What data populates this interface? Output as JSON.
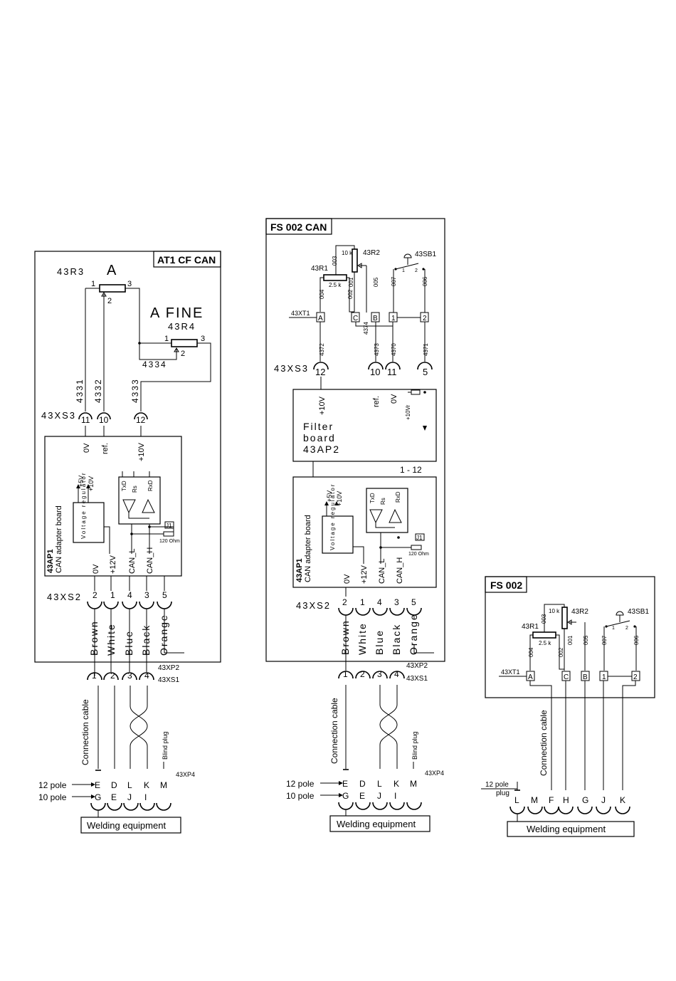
{
  "at1": {
    "title": "AT1 CF CAN",
    "r3": "43R3",
    "r3_label": "A",
    "r3_pin1": "1",
    "r3_pin2": "2",
    "r3_pin3": "3",
    "r4": "43R4",
    "r4_label": "A FINE",
    "r4_pin1": "1",
    "r4_pin2": "2",
    "r4_pin3": "3",
    "w4331": "4331",
    "w4332": "4332",
    "w4333": "4333",
    "w4334": "4334",
    "xs3": "43XS3",
    "xs3_pins": [
      "11",
      "10",
      "12"
    ],
    "sig_0v": "0V",
    "sig_ref": "ref.",
    "sig_10v": "+10V",
    "ap1": "43AP1",
    "ap1_name": "CAN adapter board",
    "vreg": "Voltage regulator",
    "v5": "+5V",
    "v10": "+10V",
    "txd": "TxD",
    "rs": "Rs",
    "rxd": "RxD",
    "j1": "J1",
    "ohm": "120 Ohm",
    "bot_0v": "0V",
    "bot_12v": "+12V",
    "can_l": "CAN_L",
    "can_h": "CAN_H",
    "xs2": "43XS2",
    "xs2_pins": [
      "2",
      "1",
      "4",
      "3",
      "5"
    ],
    "wires": [
      "Brown",
      "White",
      "Blue",
      "Black",
      "Orange"
    ],
    "xp2": "43XP2",
    "xs1": "43XS1",
    "xs1_pins": [
      "1",
      "2",
      "3",
      "4"
    ],
    "cable": "Connection cable",
    "blind": "Blind plug",
    "xp4": "43XP4",
    "row12": [
      "E",
      "D",
      "L",
      "K",
      "M"
    ],
    "row10": [
      "G",
      "E",
      "J",
      "I"
    ],
    "pole12": "12 pole",
    "pole10": "10 pole",
    "welding": "Welding equipment"
  },
  "fs002can": {
    "title": "FS 002 CAN",
    "r1": "43R1",
    "r2": "43R2",
    "sb1": "43SB1",
    "r1_val": "2.5 k",
    "r2_val": "10 k",
    "w003": "003",
    "w004": "004",
    "w002": "002",
    "w001": "001",
    "w005": "005",
    "w007": "007",
    "w006": "006",
    "sb_pin1": "1",
    "sb_pin2": "2",
    "xt1": "43XT1",
    "xt1_terms": [
      "A",
      "C",
      "B",
      "1",
      "2"
    ],
    "w4374": "4374",
    "w4372": "4372",
    "w4373": "4373",
    "w4370": "4370",
    "w4371": "4371",
    "xs3": "43XS3",
    "xs3_pins": [
      "12",
      "10",
      "11",
      "5"
    ],
    "sig_10v": "+10V",
    "sig_ref": "ref.",
    "sig_0v": "0V",
    "sig_10vr": "+10Vr",
    "filter": "Filter",
    "board": "board",
    "ap2": "43AP2",
    "range": "1 - 12",
    "ap1": "43AP1",
    "ap1_name": "CAN adapter board",
    "vreg": "Voltage regulator",
    "v5": "+5V",
    "v10": "+10V",
    "txd": "TxD",
    "rs": "Rs",
    "rxd": "RxD",
    "j1": "J1",
    "ohm": "120 Ohm",
    "bot_0v": "0V",
    "bot_12v": "+12V",
    "can_l": "CAN_L",
    "can_h": "CAN_H",
    "xs2": "43XS2",
    "xs2_pins": [
      "2",
      "1",
      "4",
      "3",
      "5"
    ],
    "wires": [
      "Brown",
      "White",
      "Blue",
      "Black",
      "Orange"
    ],
    "xp2": "43XP2",
    "xs1": "43XS1",
    "xs1_pins": [
      "1",
      "2",
      "3",
      "4"
    ],
    "cable": "Connection cable",
    "blind": "Blind plug",
    "xp4": "43XP4",
    "row12": [
      "E",
      "D",
      "L",
      "K",
      "M"
    ],
    "row10": [
      "G",
      "E",
      "J",
      "I"
    ],
    "pole12": "12 pole",
    "pole10": "10 pole",
    "welding": "Welding equipment"
  },
  "fs002": {
    "title": "FS 002",
    "r1": "43R1",
    "r2": "43R2",
    "sb1": "43SB1",
    "r1_val": "2.5 k",
    "r2_val": "10 k",
    "w003": "003",
    "w004": "004",
    "w002": "002",
    "w001": "001",
    "w005": "005",
    "w007": "007",
    "w006": "006",
    "sb_pin1": "1",
    "sb_pin2": "2",
    "xt1": "43XT1",
    "xt1_terms": [
      "A",
      "C",
      "B",
      "1",
      "2"
    ],
    "cable": "Connection cable",
    "pole12": "12 pole",
    "plug": "plug",
    "pins": [
      "L",
      "M",
      "F",
      "H",
      "G",
      "J",
      "K"
    ],
    "welding": "Welding equipment"
  }
}
